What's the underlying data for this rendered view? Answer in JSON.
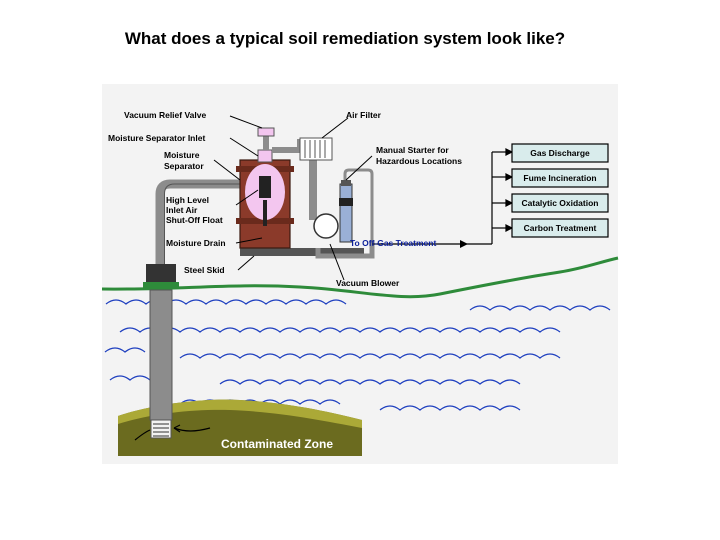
{
  "title": "What does a typical soil remediation system look like?",
  "labels": {
    "vacuum_relief_valve": "Vacuum Relief Valve",
    "air_filter": "Air Filter",
    "moisture_separator_inlet": "Moisture Separator Inlet",
    "moisture_separator_1": "Moisture",
    "moisture_separator_2": "Separator",
    "manual_starter_1": "Manual Starter for",
    "manual_starter_2": "Hazardous Locations",
    "float_1": "High Level",
    "float_2": "Inlet Air",
    "float_3": "Shut-Off Float",
    "moisture_drain": "Moisture Drain",
    "steel_skid": "Steel Skid",
    "vacuum_blower": "Vacuum Blower",
    "off_gas": "To Off-Gas Treatment",
    "contaminated_zone": "Contaminated Zone"
  },
  "treatment_options": [
    "Gas Discharge",
    "Fume Incineration",
    "Catalytic Oxidation",
    "Carbon Treatment"
  ],
  "colors": {
    "ground": "#2e8b3a",
    "water": "#1e3fbf",
    "tank": "#8b3a2a",
    "separator_glow": "#f3c6ef",
    "contaminated": "#6b6b1f",
    "box_fill": "#d9ecec",
    "diagram_bg": "#f3f3f3"
  }
}
